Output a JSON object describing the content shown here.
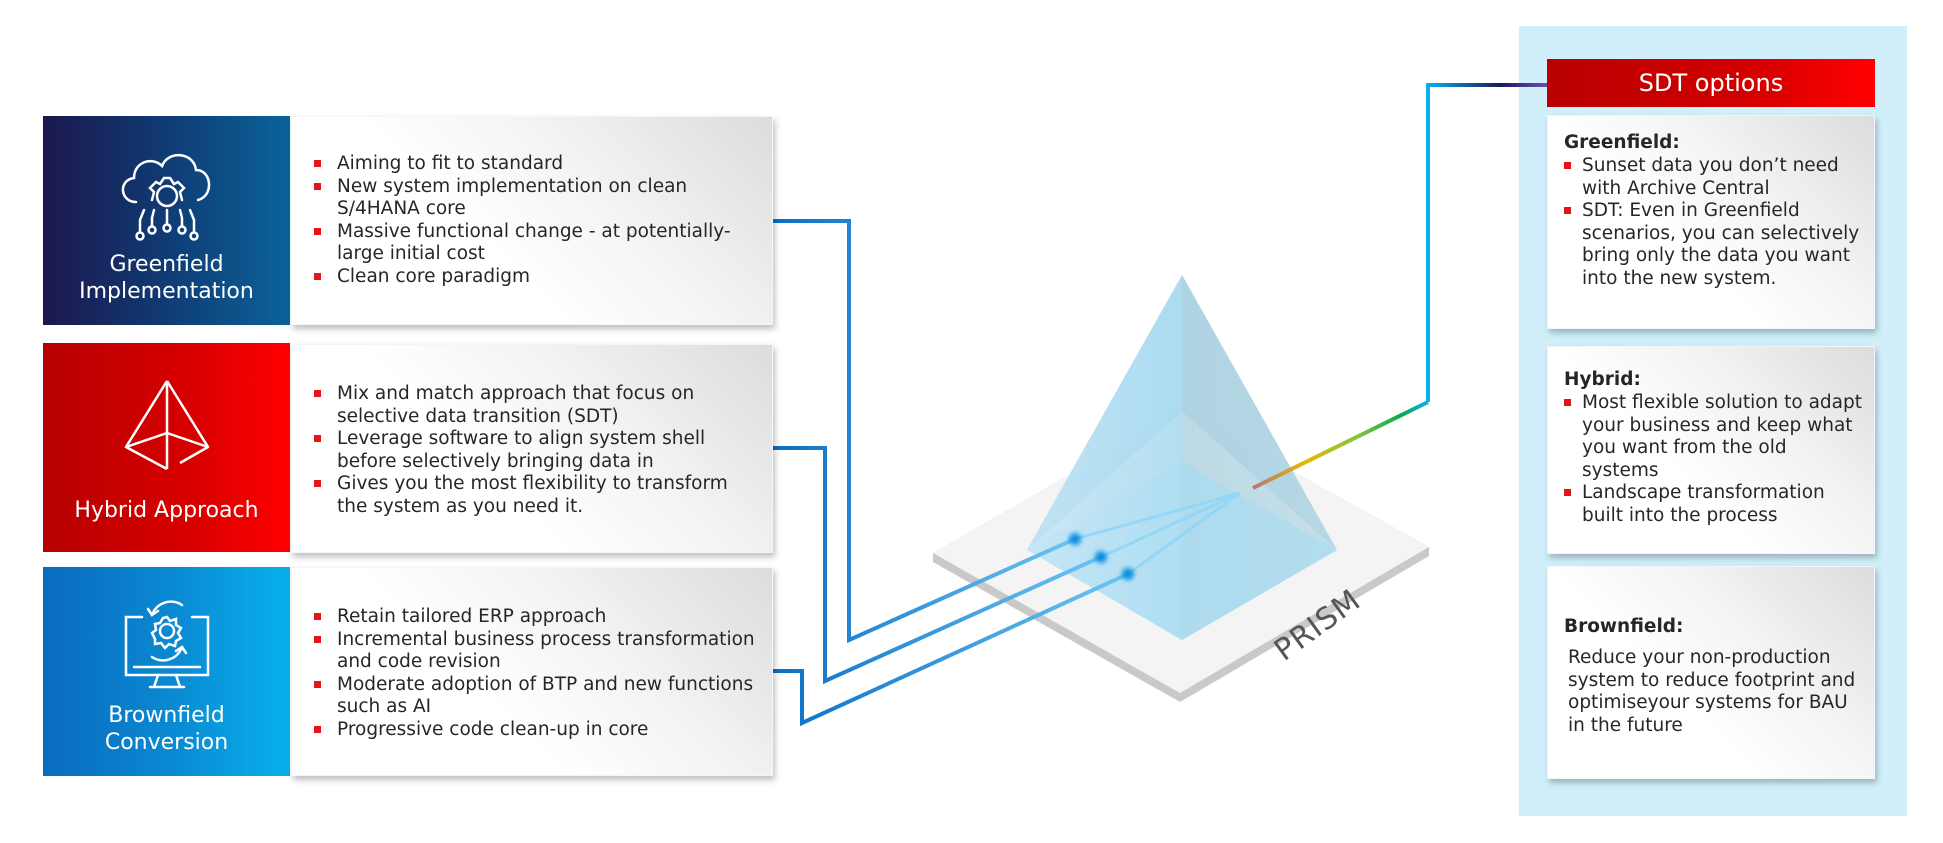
{
  "approaches": [
    {
      "id": "greenfield",
      "title_line1": "Greenfield",
      "title_line2": "Implementation",
      "icon": "cloud-gear-circuit-icon",
      "color_start": "#1b174d",
      "color_end": "#0a6399",
      "bullets": [
        "Aiming to fit to standard",
        "New system implementation on clean S/4HANA core",
        "Massive functional change - at potentially-large initial cost",
        "Clean core paradigm"
      ]
    },
    {
      "id": "hybrid",
      "title_line1": "Hybrid Approach",
      "title_line2": "",
      "icon": "pyramid-icon",
      "color_start": "#b50000",
      "color_end": "#ff0000",
      "bullets": [
        "Mix and match approach that focus on selective data transition (SDT)",
        "Leverage software to align system shell before selectively bringing data in",
        "Gives you the most flexibility to transform the system as you need it."
      ]
    },
    {
      "id": "brownfield",
      "title_line1": "Brownfield",
      "title_line2": "Conversion",
      "icon": "monitor-gear-cycle-icon",
      "color_start": "#0a6bbd",
      "color_end": "#08b0ec",
      "bullets": [
        "Retain tailored ERP approach",
        "Incremental business process transformation and code revision",
        "Moderate adoption of BTP and new functions such as AI",
        "Progressive code clean-up in core"
      ]
    }
  ],
  "prism": {
    "label": "PRISM"
  },
  "sdt_options": {
    "header": "SDT options",
    "header_color": "#d20000",
    "panel_color": "#d1effa",
    "greenfield": {
      "heading": "Greenfield:",
      "bullets": [
        "Sunset data you don’t need with Archive Central",
        "SDT: Even in Greenfield scenarios, you can selectively bring only the data you want into the new system."
      ]
    },
    "hybrid": {
      "heading": "Hybrid:",
      "bullets": [
        "Most flexible solution to adapt your business and keep what you want from the old systems",
        "Landscape transformation built into the process"
      ]
    },
    "brownfield": {
      "heading": "Brownfield:",
      "text": "Reduce your non-production system to reduce footprint and optimiseyour systems for BAU in the future"
    }
  },
  "colors": {
    "bullet": "#e3151a",
    "connector_dark": "#0a6ec8",
    "connector_light": "#6cc6f2",
    "prism_fill": "#9fd7ef"
  }
}
